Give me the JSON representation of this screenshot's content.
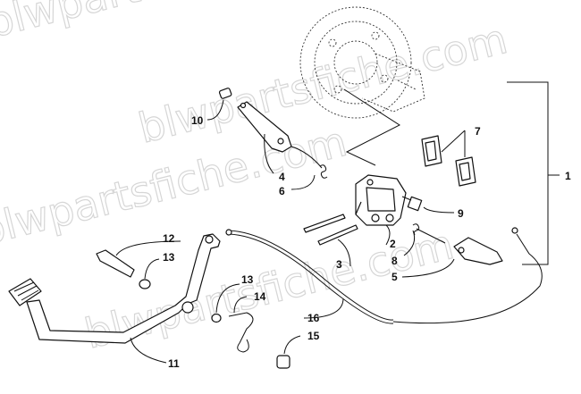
{
  "watermark": {
    "rows": [
      "blwpartsfiche.com",
      "blwpartsfiche.com",
      "blwpartsfiche.com",
      "blwpartsfiche.com"
    ]
  },
  "callouts": [
    {
      "id": "c1",
      "label": "1"
    },
    {
      "id": "c2",
      "label": "2"
    },
    {
      "id": "c3",
      "label": "3"
    },
    {
      "id": "c4",
      "label": "4"
    },
    {
      "id": "c5",
      "label": "5"
    },
    {
      "id": "c6",
      "label": "6"
    },
    {
      "id": "c7",
      "label": "7"
    },
    {
      "id": "c8",
      "label": "8"
    },
    {
      "id": "c9",
      "label": "9"
    },
    {
      "id": "c10",
      "label": "10"
    },
    {
      "id": "c11",
      "label": "11"
    },
    {
      "id": "c12",
      "label": "12"
    },
    {
      "id": "c13a",
      "label": "13"
    },
    {
      "id": "c13b",
      "label": "13"
    },
    {
      "id": "c14",
      "label": "14"
    },
    {
      "id": "c15",
      "label": "15"
    },
    {
      "id": "c16",
      "label": "16"
    }
  ]
}
